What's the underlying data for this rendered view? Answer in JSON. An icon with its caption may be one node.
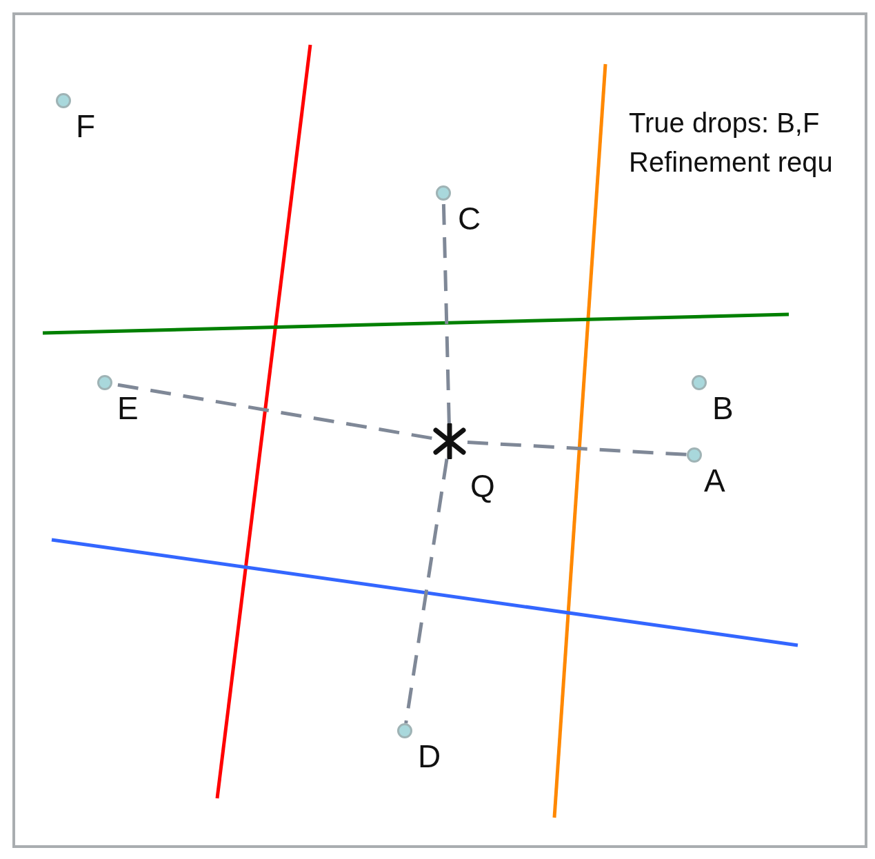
{
  "diagram": {
    "nodes": [
      {
        "text": [
          "F"
        ]
      },
      {
        "text": [
          "C"
        ]
      },
      {
        "text": [
          "E"
        ]
      },
      {
        "text": [
          "B"
        ]
      },
      {
        "text": [
          "Q"
        ]
      },
      {
        "text": [
          "A"
        ]
      },
      {
        "text": [
          "D"
        ]
      }
    ],
    "edges": [
      {
        "from": 4,
        "to": 1,
        "arrow": "none",
        "style": "dashed"
      },
      {
        "from": 4,
        "to": 2,
        "arrow": "none",
        "style": "dashed"
      },
      {
        "from": 4,
        "to": 5,
        "arrow": "none",
        "style": "dashed"
      },
      {
        "from": 4,
        "to": 6,
        "arrow": "none",
        "style": "dashed"
      }
    ],
    "labels": [
      "True drops: B,F",
      "Refinement requ"
    ]
  }
}
